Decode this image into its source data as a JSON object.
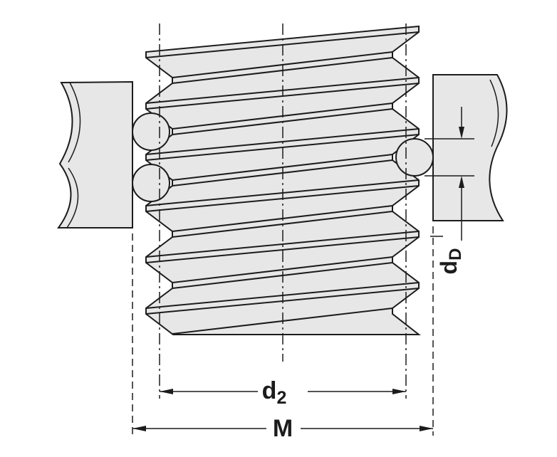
{
  "diagram": {
    "type": "technical-drawing",
    "description": "Screw thread measured with three wires between two flat anvils (three-wire pitch diameter measurement)",
    "colors": {
      "background": "#ffffff",
      "part_fill": "#e7e7e7",
      "line": "#1c1c1c"
    },
    "labels": {
      "pitch_diameter": {
        "symbol": "d",
        "subscript": "2"
      },
      "measurement_over_wires": {
        "symbol": "M"
      },
      "wire_diameter": {
        "symbol": "d",
        "subscript": "D"
      }
    }
  }
}
